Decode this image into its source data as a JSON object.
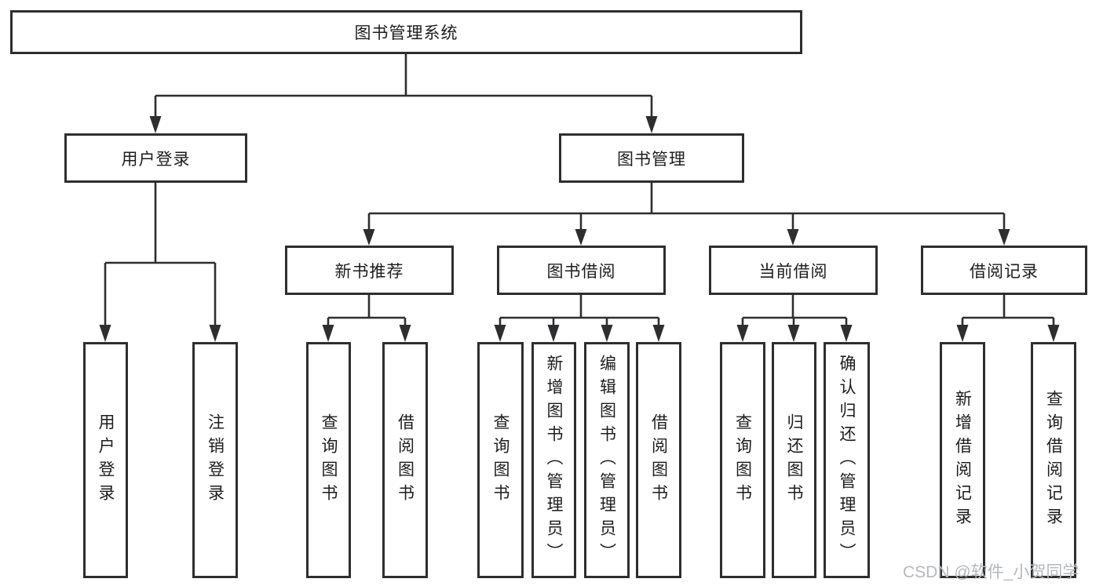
{
  "diagram": {
    "type": "hierarchy-tree",
    "root": {
      "label": "图书管理系统"
    },
    "level2": [
      {
        "label": "用户登录"
      },
      {
        "label": "图书管理"
      }
    ],
    "level3": [
      {
        "label": "新书推荐",
        "parent": "图书管理"
      },
      {
        "label": "图书借阅",
        "parent": "图书管理"
      },
      {
        "label": "当前借阅",
        "parent": "图书管理"
      },
      {
        "label": "借阅记录",
        "parent": "图书管理"
      }
    ],
    "leaves": [
      {
        "label": "用户登录",
        "parent": "用户登录"
      },
      {
        "label": "注销登录",
        "parent": "用户登录"
      },
      {
        "label": "查询图书",
        "parent": "新书推荐"
      },
      {
        "label": "借阅图书",
        "parent": "新书推荐"
      },
      {
        "label": "查询图书",
        "parent": "图书借阅"
      },
      {
        "label": "新增图书（管理员）",
        "parent": "图书借阅"
      },
      {
        "label": "编辑图书（管理员）",
        "parent": "图书借阅"
      },
      {
        "label": "借阅图书",
        "parent": "图书借阅"
      },
      {
        "label": "查询图书",
        "parent": "当前借阅"
      },
      {
        "label": "归还图书",
        "parent": "当前借阅"
      },
      {
        "label": "确认归还（管理员）",
        "parent": "当前借阅"
      },
      {
        "label": "新增借阅记录",
        "parent": "借阅记录"
      },
      {
        "label": "查询借阅记录",
        "parent": "借阅记录"
      }
    ],
    "colors": {
      "line": "#2e2e30",
      "text": "#1d1d1f",
      "background": "#ffffff",
      "watermark": "#b5b8bd"
    }
  },
  "watermark": {
    "text": "CSDN @软件_小贺同学"
  }
}
